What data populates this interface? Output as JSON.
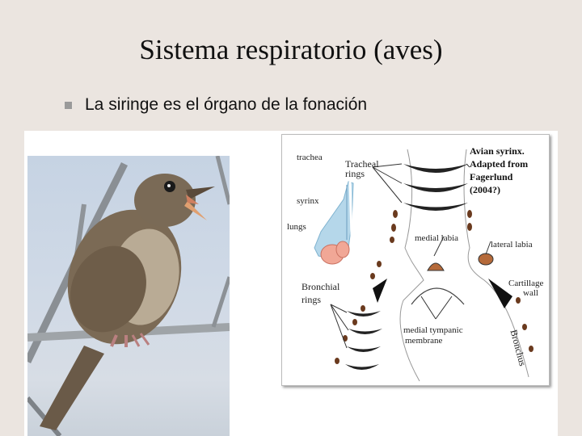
{
  "slide": {
    "title": "Sistema respiratorio (aves)",
    "bullet": "La siringe es el órgano de la fonación"
  },
  "diagram": {
    "credit": [
      "Avian syrinx.",
      "Adapted from",
      "Fagerlund",
      "(2004?)"
    ],
    "labels": {
      "trachea": "trachea",
      "tracheal_rings_1": "Tracheal",
      "tracheal_rings_2": "rings",
      "syrinx": "syrinx",
      "lungs": "lungs",
      "medial_labia": "medial labia",
      "lateral_labia": "lateral labia",
      "cartillage_wall_1": "Cartillage",
      "cartillage_wall_2": "wall",
      "bronchial_rings_1": "Bronchial",
      "bronchial_rings_2": "rings",
      "medial_tympanic_1": "medial tympanic",
      "medial_tympanic_2": "membrane",
      "bronchus": "Bronchus"
    }
  }
}
